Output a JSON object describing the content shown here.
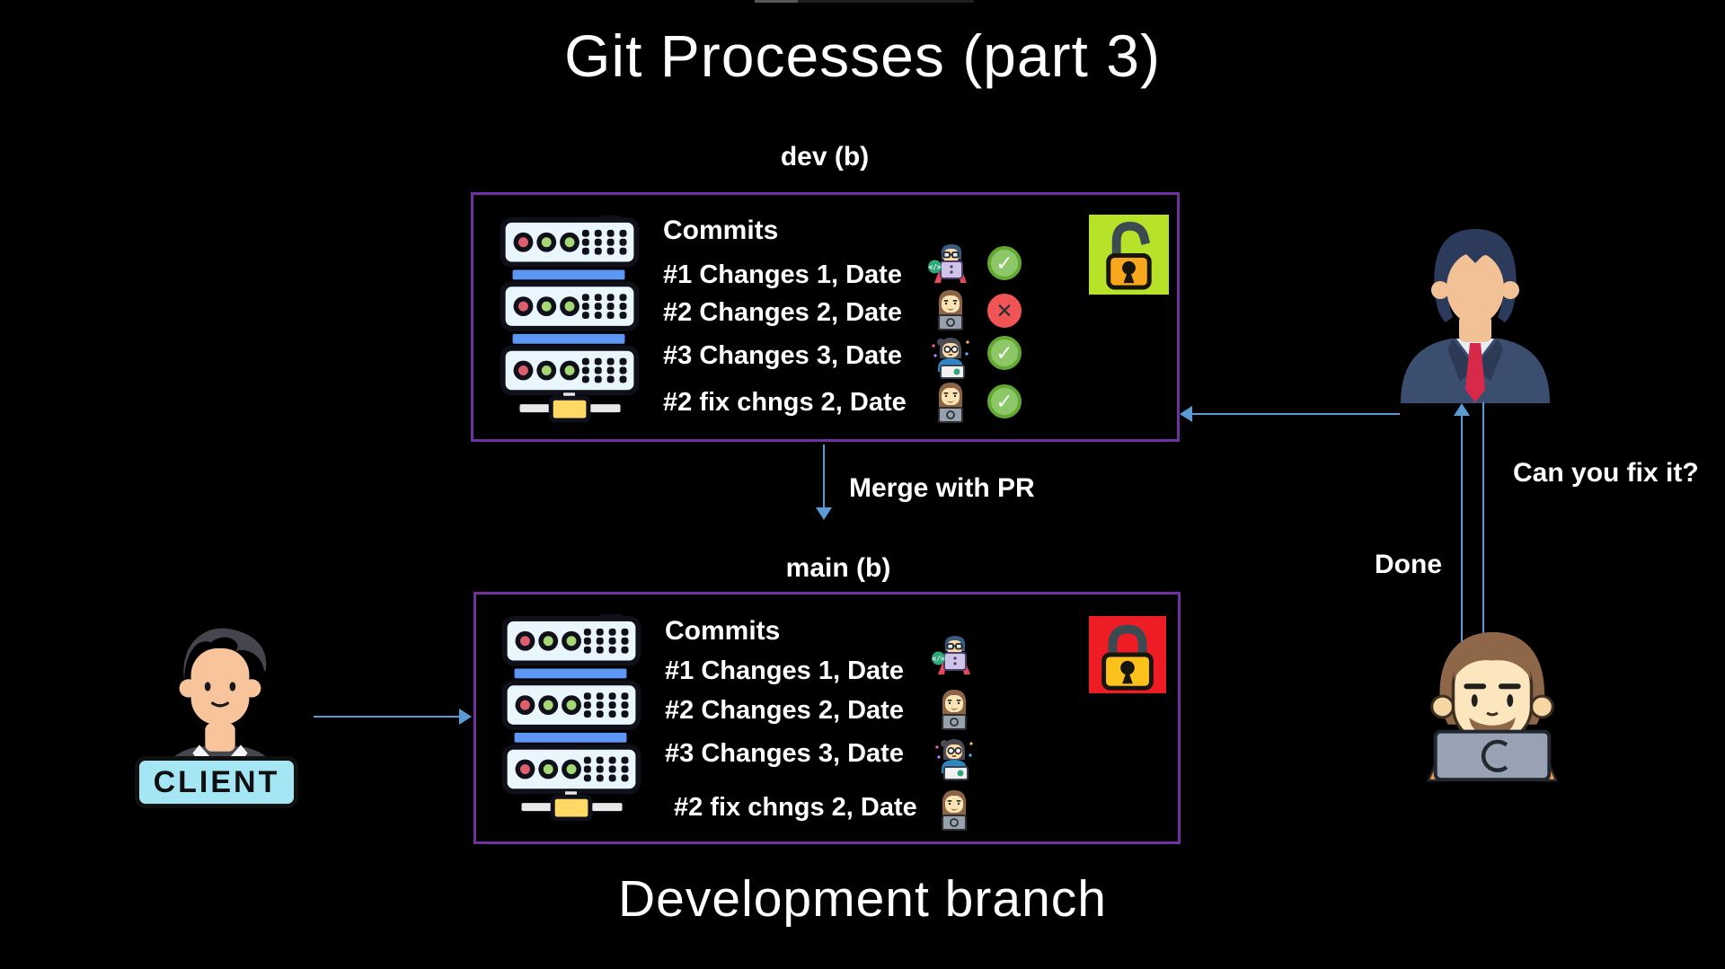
{
  "title": "Git Processes (part 3)",
  "footer": "Development branch",
  "dev_branch": {
    "label": "dev (b)",
    "commits_header": "Commits",
    "lock_state": "unlocked",
    "commits": [
      {
        "text": "#1 Changes 1, Date",
        "avatar": "coder-avatar",
        "status": "pass"
      },
      {
        "text": "#2 Changes 2, Date",
        "avatar": "bearded-dev-avatar",
        "status": "fail"
      },
      {
        "text": "#3 Changes 3, Date",
        "avatar": "female-dev-avatar",
        "status": "pass"
      },
      {
        "text": "#2 fix chngs 2, Date",
        "avatar": "bearded-dev-avatar",
        "status": "pass"
      }
    ]
  },
  "main_branch": {
    "label": "main (b)",
    "commits_header": "Commits",
    "lock_state": "locked",
    "commits": [
      {
        "text": "#1 Changes 1, Date",
        "avatar": "coder-avatar"
      },
      {
        "text": "#2 Changes 2, Date",
        "avatar": "bearded-dev-avatar"
      },
      {
        "text": "#3 Changes 3, Date",
        "avatar": "female-dev-avatar"
      },
      {
        "text": "#2 fix chngs 2, Date",
        "avatar": "bearded-dev-avatar"
      }
    ]
  },
  "flow": {
    "merge_label": "Merge with PR",
    "fix_request_label": "Can you fix it?",
    "done_label": "Done",
    "client_label": "CLIENT"
  },
  "colors": {
    "background": "#000000",
    "branch_box_border": "#7030a0",
    "arrow_blue": "#5b9bd5",
    "status_pass_green": "#8cc868",
    "status_fail_red": "#f15455",
    "lock_open_bg": "#b6e22a",
    "lock_closed_bg": "#ee1c24",
    "lock_body_yellow": "#fcc21b"
  }
}
